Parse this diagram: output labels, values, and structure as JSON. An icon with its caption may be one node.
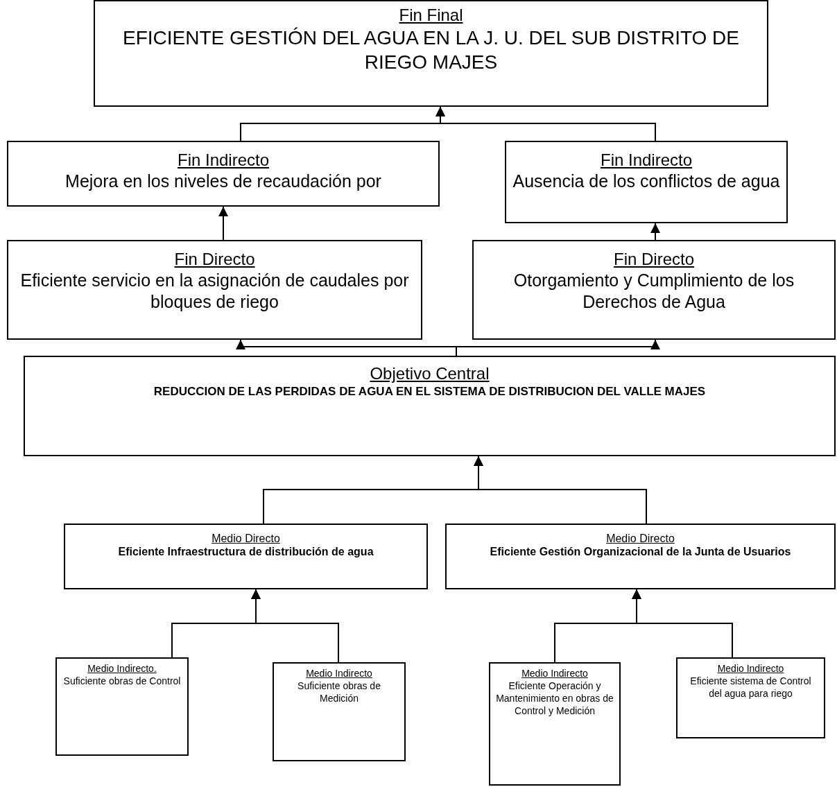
{
  "diagram": {
    "nodes": [
      {
        "text": [
          "Fin Final",
          "EFICIENTE GESTIÓN DEL AGUA EN LA J. U.  DEL SUB DISTRITO DE RIEGO MAJES"
        ]
      },
      {
        "text": [
          "Fin Indirecto",
          "Mejora en los niveles de recaudación por"
        ]
      },
      {
        "text": [
          "Fin Indirecto",
          "Ausencia de los conflictos de agua"
        ]
      },
      {
        "text": [
          "Fin Directo",
          "Eficiente servicio en la asignación de caudales por bloques de riego"
        ]
      },
      {
        "text": [
          "Fin Directo",
          "Otorgamiento y  Cumplimiento de los Derechos de Agua"
        ]
      },
      {
        "text": [
          "Objetivo Central",
          "REDUCCION DE LAS PERDIDAS DE AGUA EN EL SISTEMA DE DISTRIBUCION DEL VALLE  MAJES"
        ]
      },
      {
        "text": [
          "Medio Directo",
          "Eficiente Infraestructura  de distribución de agua"
        ]
      },
      {
        "text": [
          "Medio Directo",
          "Eficiente Gestión Organizacional de la Junta de Usuarios"
        ]
      },
      {
        "text": [
          "Medio Indirecto.",
          "Suficiente obras de Control"
        ]
      },
      {
        "text": [
          "Medio Indirecto",
          "Suficiente obras de Medición"
        ]
      },
      {
        "text": [
          "Medio Indirecto",
          "Eficiente Operación y Mantenimiento en obras de Control y Medición"
        ]
      },
      {
        "text": [
          "Medio Indirecto",
          "Eficiente sistema de Control del agua para riego"
        ]
      }
    ],
    "edges": [
      {
        "from": 1,
        "to": 0,
        "arrow": "to"
      },
      {
        "from": 2,
        "to": 0,
        "arrow": "to"
      },
      {
        "from": 3,
        "to": 1,
        "arrow": "to"
      },
      {
        "from": 4,
        "to": 2,
        "arrow": "to"
      },
      {
        "from": 5,
        "to": 3,
        "arrow": "to"
      },
      {
        "from": 5,
        "to": 4,
        "arrow": "to"
      },
      {
        "from": 6,
        "to": 5,
        "arrow": "to"
      },
      {
        "from": 7,
        "to": 5,
        "arrow": "to"
      },
      {
        "from": 8,
        "to": 6,
        "arrow": "to"
      },
      {
        "from": 9,
        "to": 6,
        "arrow": "to"
      },
      {
        "from": 10,
        "to": 7,
        "arrow": "to"
      },
      {
        "from": 11,
        "to": 7,
        "arrow": "to"
      }
    ]
  }
}
